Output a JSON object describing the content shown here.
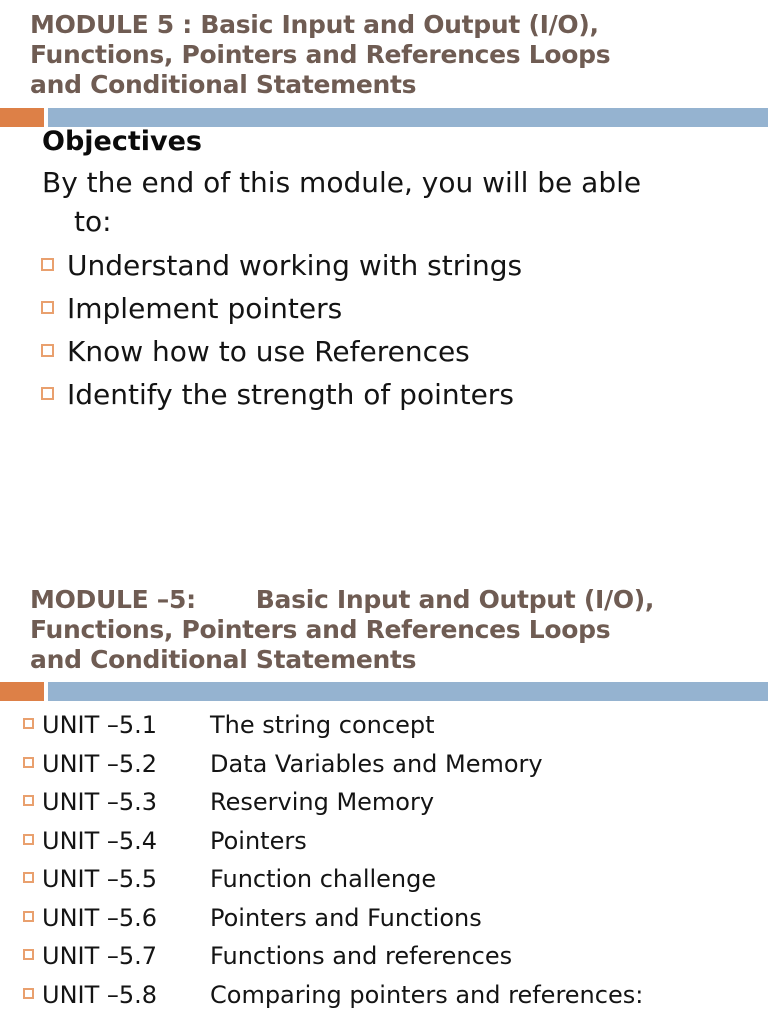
{
  "colors": {
    "accent_orange": "#DD8047",
    "accent_blue": "#95B3D0",
    "title_brown": "#6F5C53",
    "bullet_square_border": "#E9A06E",
    "body_text": "#141414"
  },
  "slide1": {
    "title_lines": [
      "MODULE 5 : Basic Input and Output (I/O),",
      "Functions, Pointers and References Loops",
      "and Conditional Statements"
    ],
    "heading": "Objectives",
    "intro_line1": "By the end of this module, you will be able",
    "intro_line2": "to:",
    "bullets": [
      "Understand working with strings",
      "Implement pointers",
      "Know how to use References",
      "Identify the strength of pointers"
    ]
  },
  "slide2": {
    "title_label": "MODULE –5:",
    "title_line1_rest": "Basic Input and Output (I/O),",
    "title_line2": "Functions, Pointers and References Loops",
    "title_line3": "and Conditional Statements",
    "units": [
      {
        "label": "UNIT –5.1",
        "desc": "The string concept"
      },
      {
        "label": "UNIT –5.2",
        "desc": "Data Variables and Memory"
      },
      {
        "label": "UNIT –5.3",
        "desc": "Reserving Memory"
      },
      {
        "label": "UNIT –5.4",
        "desc": "Pointers"
      },
      {
        "label": "UNIT –5.5",
        "desc": "Function challenge"
      },
      {
        "label": "UNIT –5.6",
        "desc": "Pointers and Functions"
      },
      {
        "label": "UNIT –5.7",
        "desc": "Functions and references"
      },
      {
        "label": "UNIT –5.8",
        "desc": "Comparing pointers and references:"
      }
    ]
  }
}
